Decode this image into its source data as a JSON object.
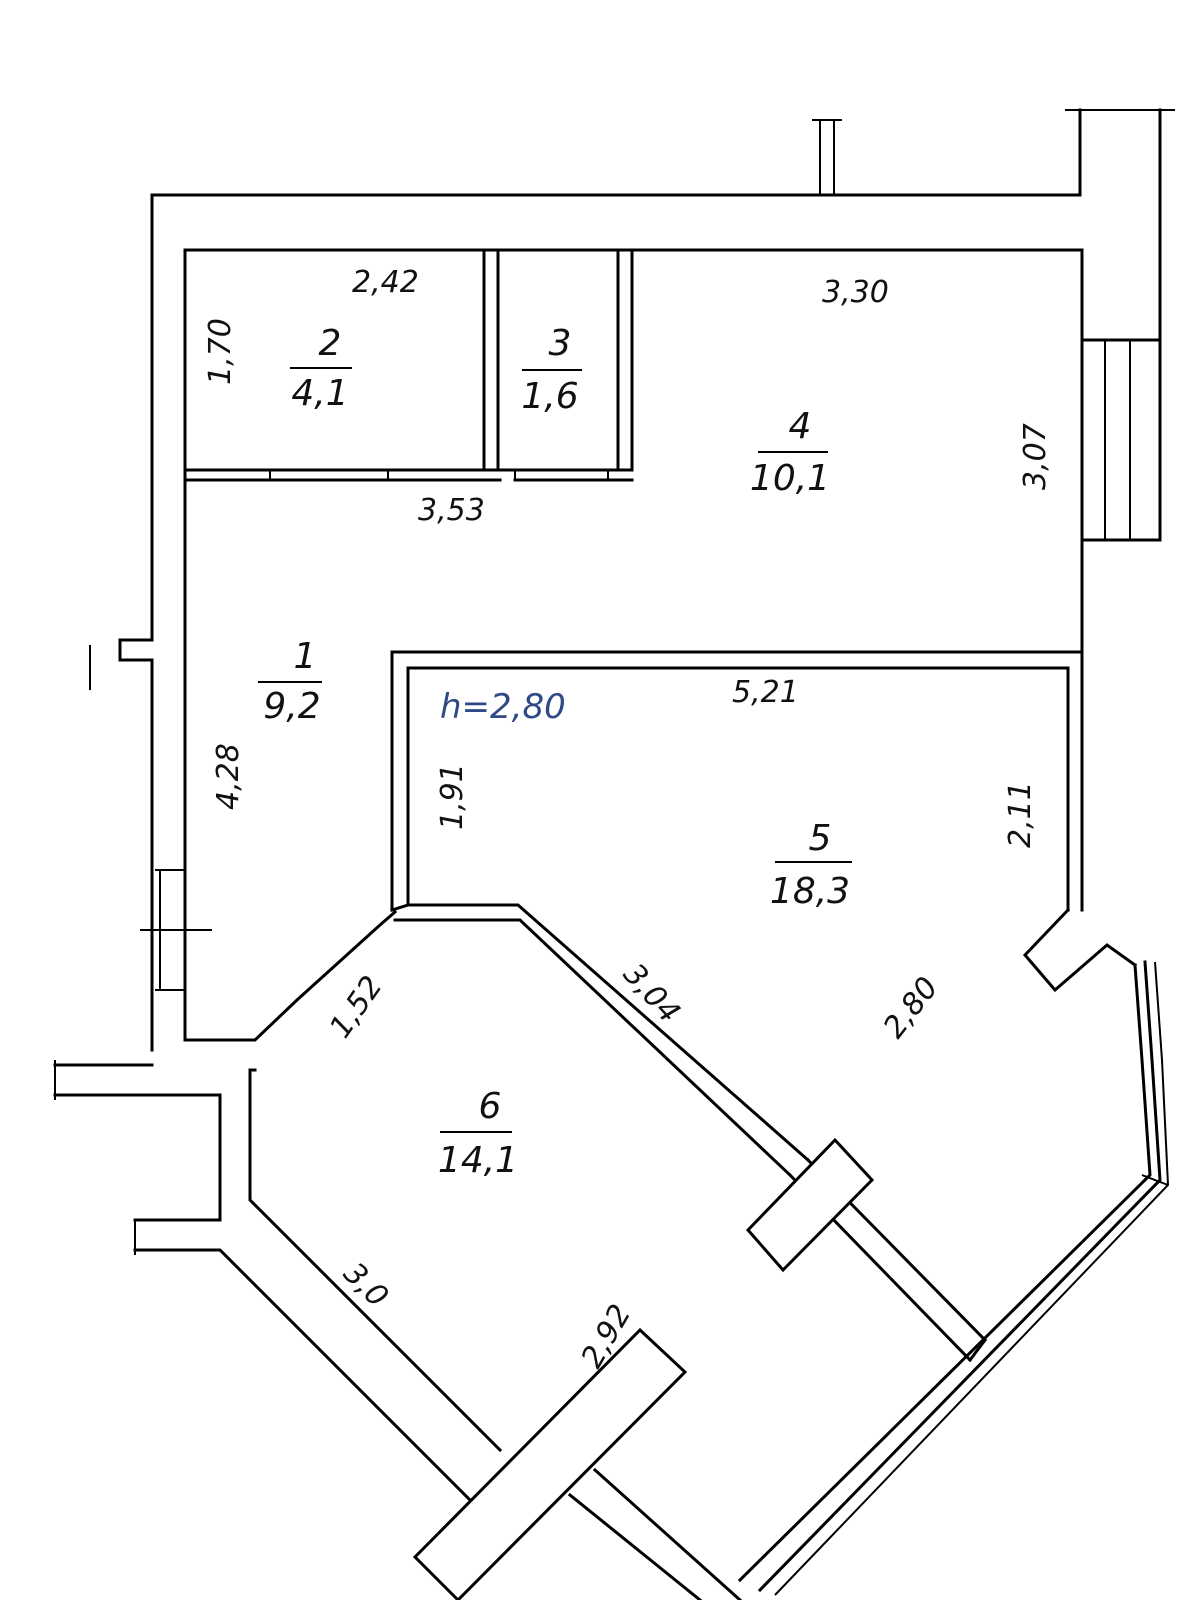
{
  "colors": {
    "wall": "#000000",
    "background": "#ffffff",
    "height_note": "#2f4a86"
  },
  "ceiling_height": "h=2,80",
  "rooms": [
    {
      "number": "1",
      "area": "9,2"
    },
    {
      "number": "2",
      "area": "4,1"
    },
    {
      "number": "3",
      "area": "1,6"
    },
    {
      "number": "4",
      "area": "10,1"
    },
    {
      "number": "5",
      "area": "18,3"
    },
    {
      "number": "6",
      "area": "14,1"
    }
  ],
  "dimensions": {
    "room2_width": "2,42",
    "room2_height": "1,70",
    "room4_width": "3,30",
    "room4_height": "3,07",
    "corridor_width": "3,53",
    "room1_height": "4,28",
    "room5_width": "5,21",
    "room5_left": "1,91",
    "room5_right": "2,11",
    "room5_diag": "2,80",
    "room6_top": "1,52",
    "room6_diag": "3,04",
    "room6_left": "3,0",
    "room6_bottom": "2,92"
  }
}
